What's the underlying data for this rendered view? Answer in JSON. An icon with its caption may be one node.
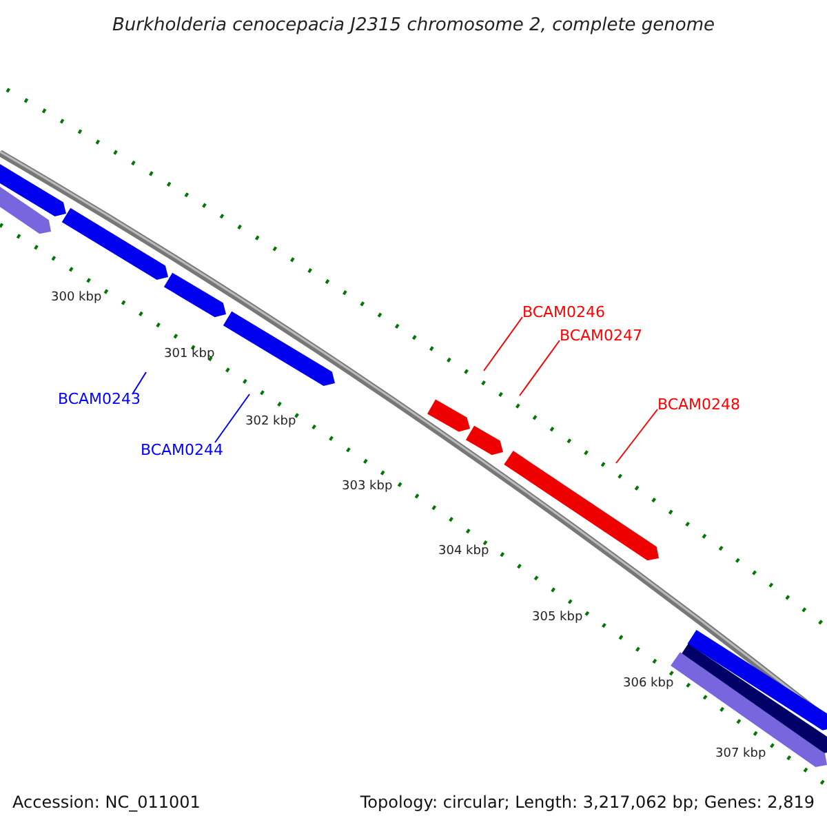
{
  "diagram": {
    "title": "Burkholderia cenocepacia J2315 chromosome 2, complete genome",
    "nodes": [
      {
        "text": [
          "BCAM0243"
        ]
      },
      {
        "text": [
          "BCAM0244"
        ]
      },
      {
        "text": [
          "BCAM0246"
        ]
      },
      {
        "text": [
          "BCAM0247"
        ]
      },
      {
        "text": [
          "BCAM0248"
        ]
      }
    ],
    "edges": [
      {
        "from": 0,
        "to": null,
        "arrow": "none",
        "color": "#0000ff"
      },
      {
        "from": 1,
        "to": null,
        "arrow": "none",
        "color": "#0000ff"
      },
      {
        "from": 2,
        "to": null,
        "arrow": "none",
        "color": "#ff0000"
      },
      {
        "from": 3,
        "to": null,
        "arrow": "none",
        "color": "#ff0000"
      },
      {
        "from": 4,
        "to": null,
        "arrow": "none",
        "color": "#ff0000"
      }
    ],
    "labels": [
      "300 kbp",
      "301 kbp",
      "302 kbp",
      "303 kbp",
      "304 kbp",
      "305 kbp",
      "306 kbp",
      "307 kbp",
      "Accession: NC_011001",
      "Topology: circular; Length: 3,217,062 bp; Genes: 2,819"
    ]
  }
}
